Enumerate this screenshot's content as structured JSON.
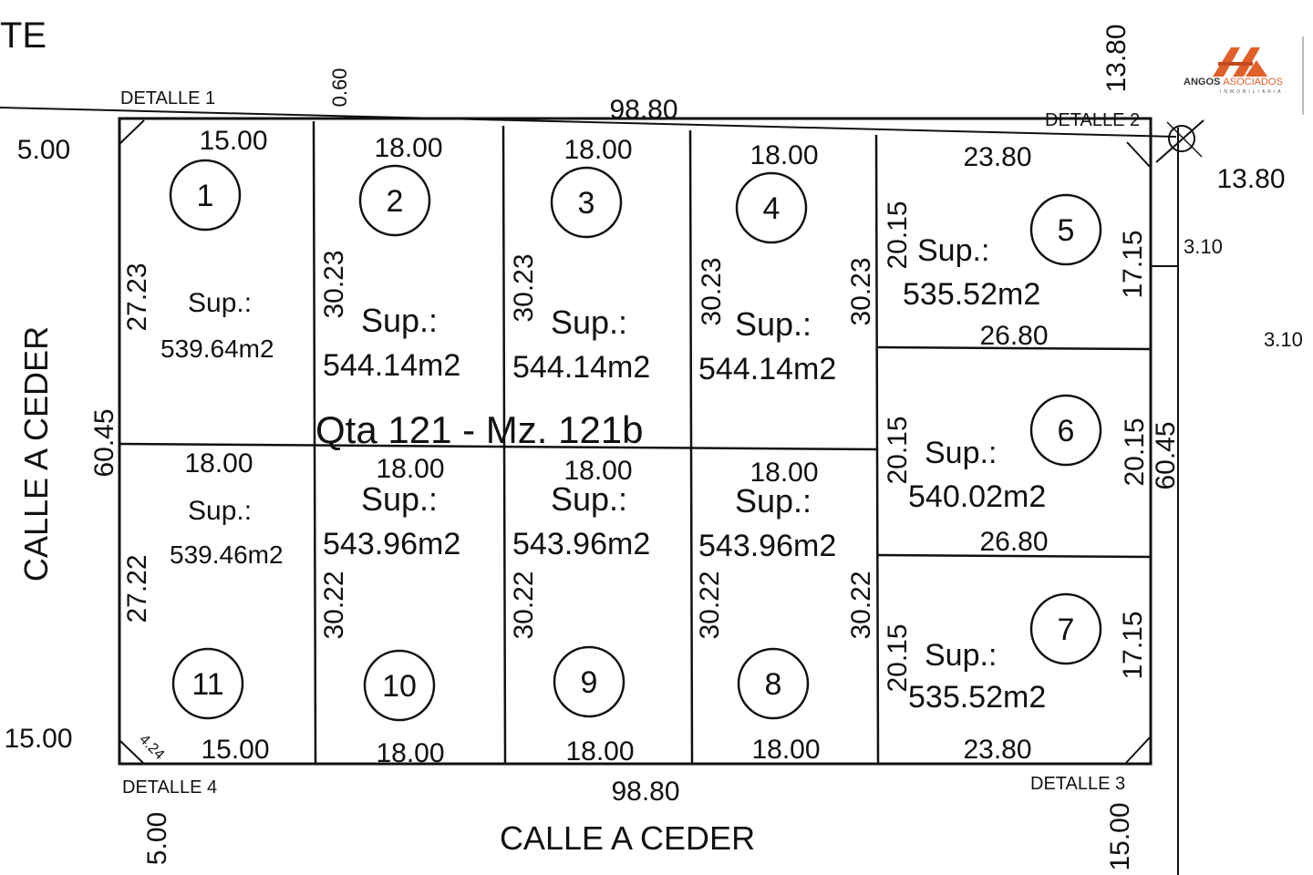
{
  "corner_text": "TE",
  "logo": {
    "name_dark": "ANGOS",
    "name_accent": "ASOCIADOS",
    "subtitle": "INMOBILIARIA",
    "accent_color": "#e0602a",
    "icon": "angos-logo-icon"
  },
  "block_label": "Qta 121 - Mz. 121b",
  "streets": {
    "west": "CALLE A CEDER",
    "south": "CALLE A CEDER"
  },
  "details": [
    "DETALLE 1",
    "DETALLE 2",
    "DETALLE 3",
    "DETALLE 4"
  ],
  "outer_dims": {
    "top": "98.80",
    "bottom": "98.80",
    "left": "60.45",
    "right": "60.45",
    "top_offset": "0.60",
    "ne_vertical": "13.80",
    "ne_horizontal": "13.80",
    "east_3_10_a": "3.10",
    "east_3_10_b": "3.10",
    "west_top": "5.00",
    "west_bottom": "15.00",
    "sw_vertical": "5.00",
    "se_vertical": "15.00",
    "sw_chamfer": "4.24"
  },
  "lots": [
    {
      "number": "1",
      "sup_label": "Sup.:",
      "area": "539.64m2",
      "front": "15.00",
      "side_a": "27.23"
    },
    {
      "number": "2",
      "sup_label": "Sup.:",
      "area": "544.14m2",
      "front": "18.00",
      "side_a": "30.23"
    },
    {
      "number": "3",
      "sup_label": "Sup.:",
      "area": "544.14m2",
      "front": "18.00",
      "side_a": "30.23"
    },
    {
      "number": "4",
      "sup_label": "Sup.:",
      "area": "544.14m2",
      "front": "18.00",
      "side_a": "30.23",
      "side_b": "30.23"
    },
    {
      "number": "5",
      "sup_label": "Sup.:",
      "area": "535.52m2",
      "front": "23.80",
      "back": "26.80",
      "side_a": "20.15",
      "side_b": "17.15"
    },
    {
      "number": "6",
      "sup_label": "Sup.:",
      "area": "540.02m2",
      "back": "26.80",
      "side_a": "20.15",
      "side_b": "20.15"
    },
    {
      "number": "7",
      "sup_label": "Sup.:",
      "area": "535.52m2",
      "front": "23.80",
      "side_a": "20.15",
      "side_b": "17.15"
    },
    {
      "number": "8",
      "sup_label": "Sup.:",
      "area": "543.96m2",
      "front": "18.00",
      "back": "18.00",
      "side_a": "30.22",
      "side_b": "30.22"
    },
    {
      "number": "9",
      "sup_label": "Sup.:",
      "area": "543.96m2",
      "front": "18.00",
      "back": "18.00",
      "side_a": "30.22"
    },
    {
      "number": "10",
      "sup_label": "Sup.:",
      "area": "543.96m2",
      "front": "18.00",
      "back": "18.00",
      "side_a": "30.22"
    },
    {
      "number": "11",
      "sup_label": "Sup.:",
      "area": "539.46m2",
      "front": "15.00",
      "back": "18.00",
      "side_a": "27.22"
    }
  ]
}
